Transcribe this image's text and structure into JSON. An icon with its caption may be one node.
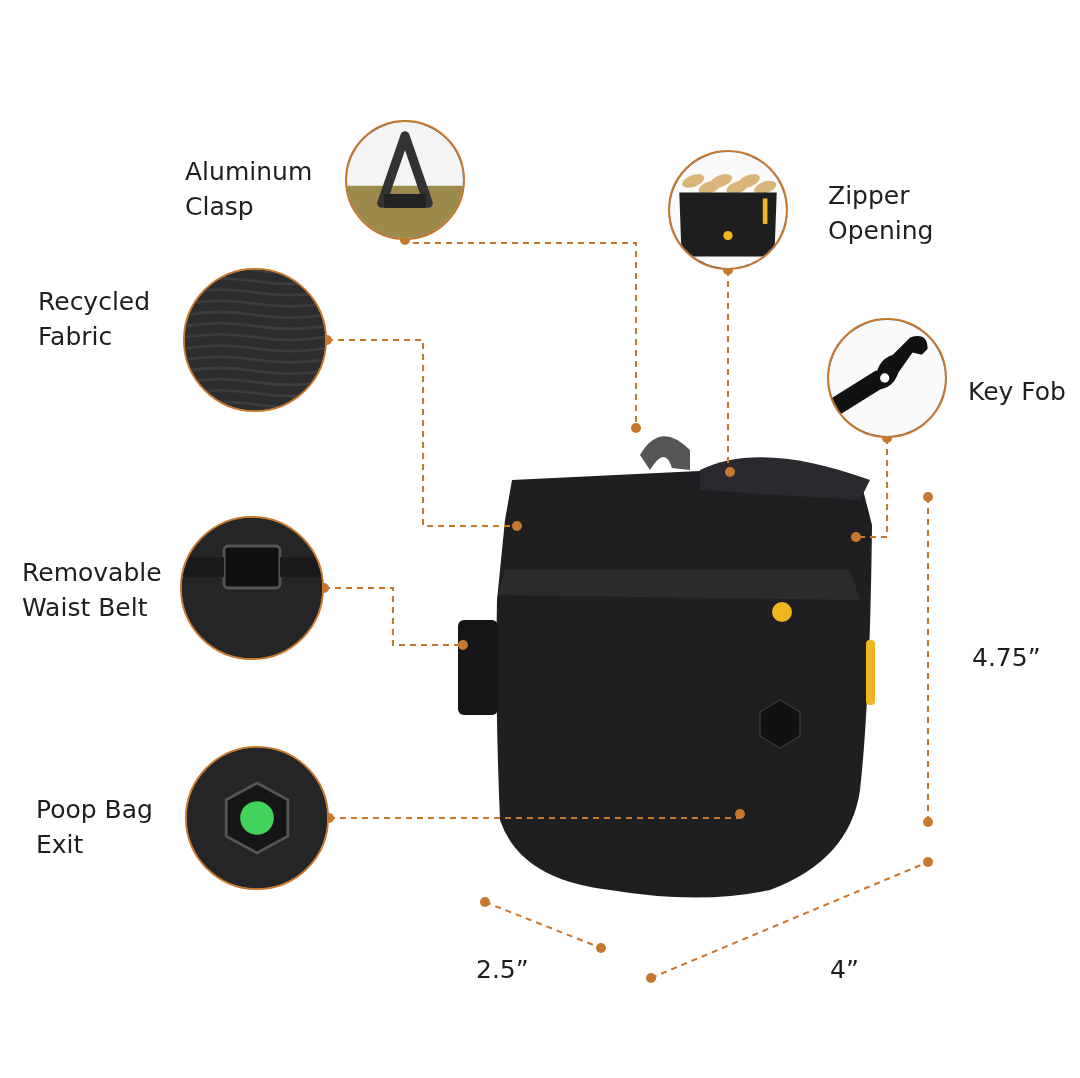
{
  "diagram": {
    "nodes": [
      {
        "text": [],
        "shape": "picture",
        "beside": [
          "Aluminum Clasp"
        ]
      },
      {
        "text": [],
        "shape": "picture",
        "beside": [
          "Zipper Opening"
        ]
      },
      {
        "text": [],
        "shape": "picture",
        "beside": [
          "Recycled Fabric"
        ]
      },
      {
        "text": [],
        "shape": "picture",
        "beside": [
          "Key Fob"
        ]
      },
      {
        "text": [],
        "shape": "picture",
        "beside": [
          "Removable Waist Belt"
        ]
      },
      {
        "text": [],
        "shape": "picture",
        "beside": [
          "Poop Bag Exit"
        ]
      }
    ],
    "edges": [
      {
        "from": 0,
        "to": null,
        "arrow": "other",
        "style": "dashed"
      },
      {
        "from": 1,
        "to": null,
        "arrow": "other",
        "style": "dashed"
      },
      {
        "from": 2,
        "to": null,
        "arrow": "other",
        "style": "dashed"
      },
      {
        "from": 3,
        "to": null,
        "arrow": "other",
        "style": "dashed"
      },
      {
        "from": 4,
        "to": null,
        "arrow": "other",
        "style": "dashed"
      },
      {
        "from": 5,
        "to": null,
        "arrow": "other",
        "style": "dashed"
      }
    ],
    "labels": [
      "4.75”",
      "2.5”",
      "4”"
    ]
  }
}
